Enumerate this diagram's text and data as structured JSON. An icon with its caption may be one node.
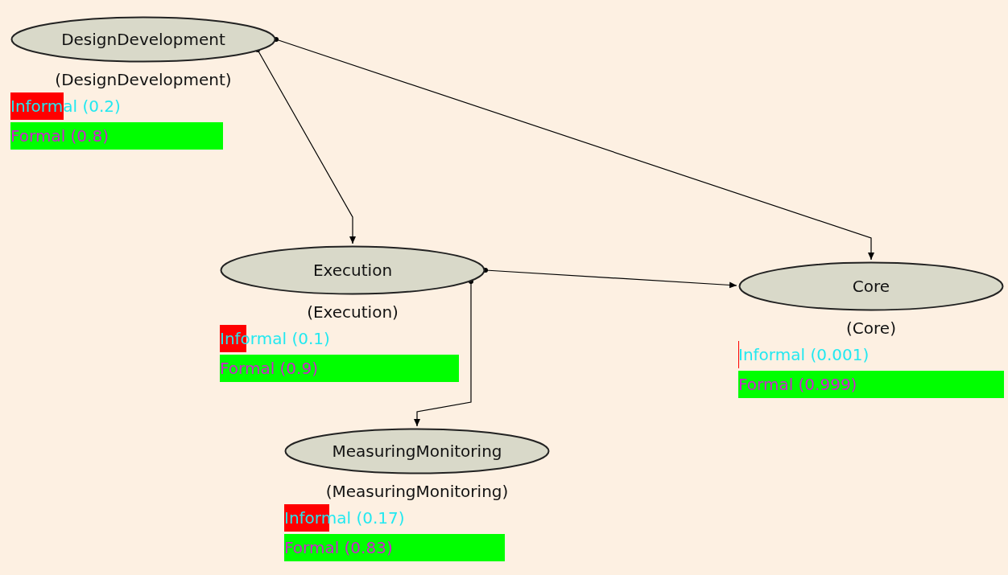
{
  "diagram": {
    "nodes": [
      {
        "text": [
          "DesignDevelopment"
        ],
        "beside": [
          "(DesignDevelopment)",
          "Informal (0.2)",
          "Formal (0.8)"
        ]
      },
      {
        "text": [
          "Execution"
        ],
        "beside": [
          "(Execution)",
          "Informal (0.1)",
          "Formal (0.9)"
        ]
      },
      {
        "text": [
          "Core"
        ],
        "beside": [
          "(Core)",
          "Informal (0.001)",
          "Formal (0.999)"
        ]
      },
      {
        "text": [
          "MeasuringMonitoring"
        ],
        "beside": [
          "(MeasuringMonitoring)",
          "Informal (0.17)",
          "Formal (0.83)"
        ]
      }
    ],
    "edges": [
      {
        "from": 0,
        "to": 1,
        "arrow": "to"
      },
      {
        "from": 0,
        "to": 2,
        "arrow": "to"
      },
      {
        "from": 1,
        "to": 2,
        "arrow": "to"
      },
      {
        "from": 1,
        "to": 3,
        "arrow": "to"
      }
    ]
  }
}
